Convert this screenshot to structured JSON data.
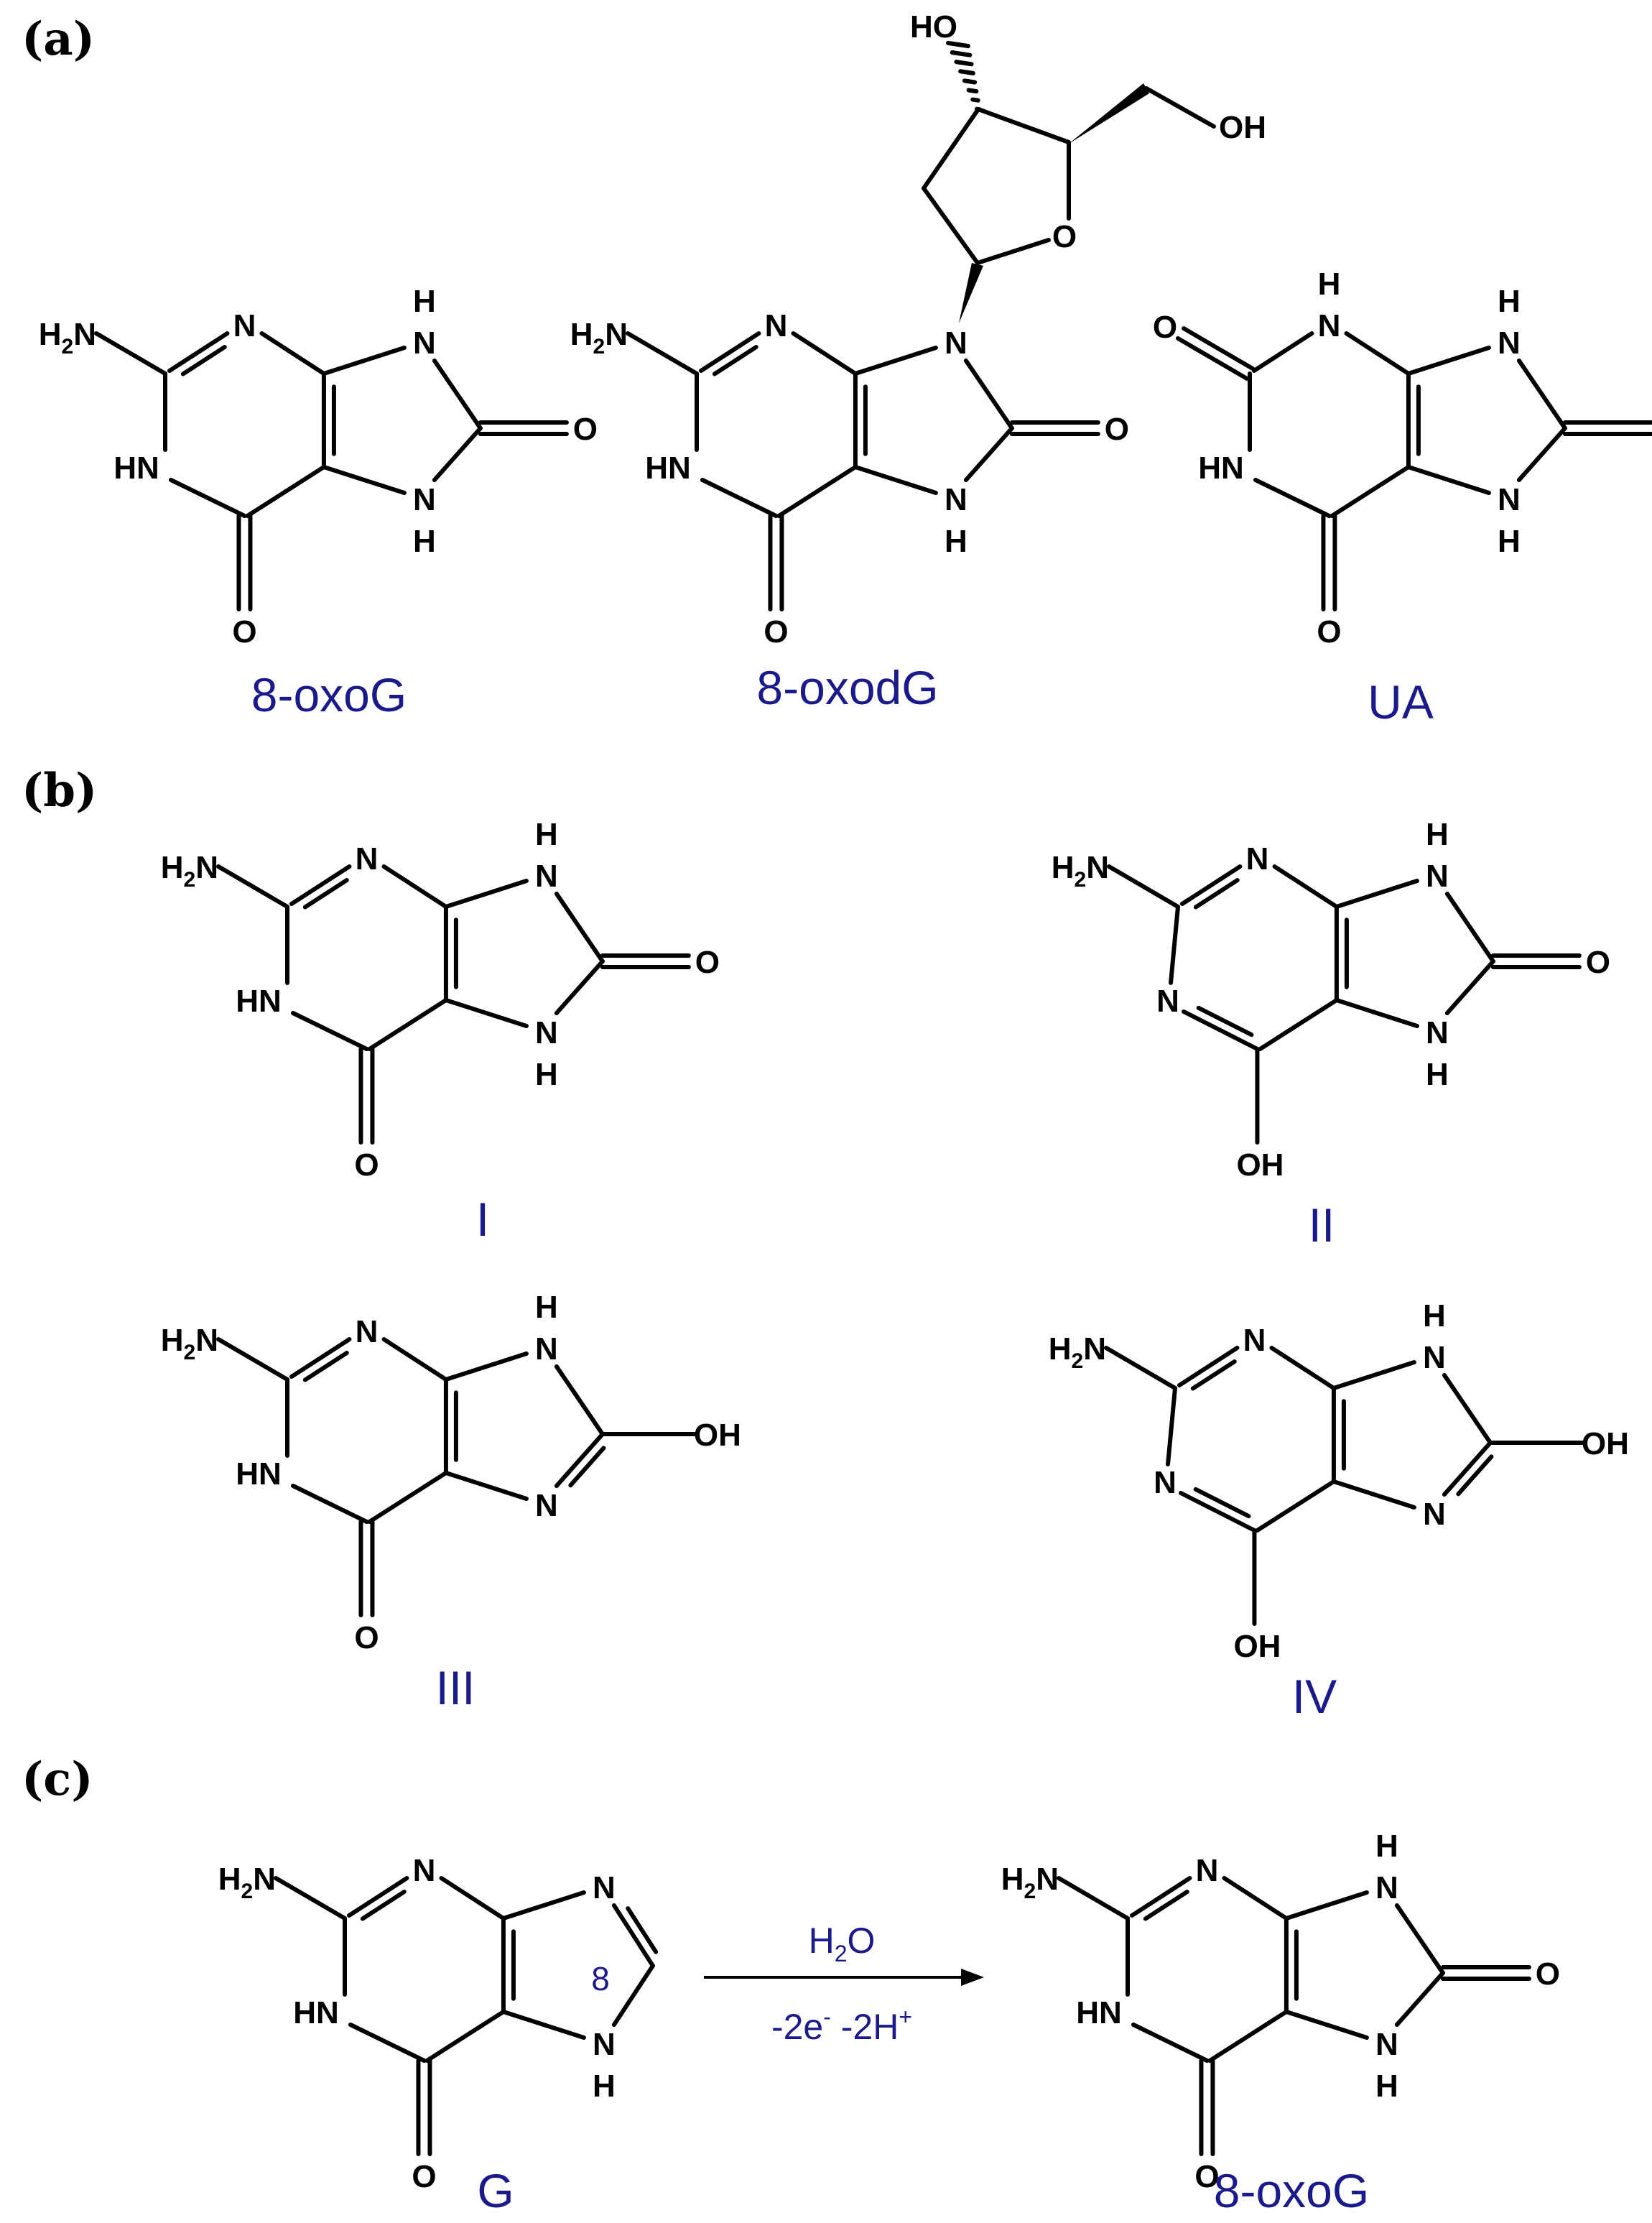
{
  "panels": {
    "a": "(a)",
    "b": "(b)",
    "c": "(c)"
  },
  "atoms": {
    "N": "N",
    "HN": "HN",
    "H": "H",
    "O": "O",
    "OH": "OH",
    "HO": "HO",
    "H2N_main": "H",
    "H2N_sub": "2",
    "H2N_tail": "N"
  },
  "captions": {
    "a1": "8-oxoG",
    "a2": "8-oxodG",
    "a3": "UA",
    "b1": "I",
    "b2": "II",
    "b3": "III",
    "b4": "IV",
    "c1": "G",
    "c2": "8-oxoG"
  },
  "reaction": {
    "reagent_main": "H",
    "reagent_sub": "2",
    "reagent_tail": "O",
    "cond_a": "-2e",
    "cond_a_sup": "-",
    "cond_b": " -2H",
    "cond_b_sup": "+",
    "position": "8"
  },
  "colors": {
    "caption": "#1a1a8c",
    "bond": "#000000"
  }
}
